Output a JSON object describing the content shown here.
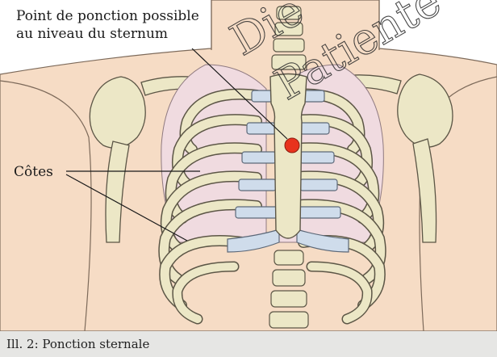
{
  "figure": {
    "caption": "Ill. 2: Ponction sternale",
    "labels": {
      "puncture_line1": "Point de ponction possible",
      "puncture_line2": "au niveau du sternum",
      "ribs": "Côtes"
    },
    "watermark_line1": "Die",
    "watermark_line2": "Patiente",
    "colors": {
      "skin": "#f6dcc5",
      "bone": "#ece7c6",
      "cartilage": "#cfdceb",
      "lung": "#f0dbe0",
      "puncture_point": "#e8321d",
      "caption_background": "#e6e6e4"
    }
  }
}
